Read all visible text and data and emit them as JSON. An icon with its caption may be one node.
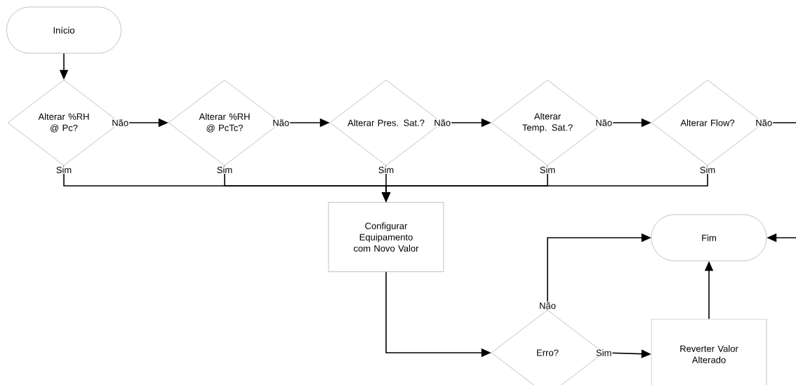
{
  "diagram": {
    "nodes": [
      {
        "text": [
          "Início"
        ]
      },
      {
        "text": [
          "Alterar %RH @ Pc?"
        ]
      },
      {
        "text": [
          "Alterar %RH @ PcTc?"
        ]
      },
      {
        "text": [
          "Alterar Pres. Sat.?"
        ]
      },
      {
        "text": [
          "Alterar Temp. Sat.?"
        ]
      },
      {
        "text": [
          "Alterar Flow?"
        ]
      },
      {
        "text": [
          "Configurar Equipamento com Novo Valor"
        ]
      },
      {
        "text": [
          "Fim"
        ]
      },
      {
        "text": [
          "Erro?"
        ]
      },
      {
        "text": [
          "Reverter Valor Alterado"
        ]
      }
    ],
    "edges": [
      {
        "from": 0,
        "to": 1,
        "arrow": "to"
      },
      {
        "from": 1,
        "to": 2,
        "arrow": "to",
        "label": "Não"
      },
      {
        "from": 2,
        "to": 3,
        "arrow": "to",
        "label": "Não"
      },
      {
        "from": 3,
        "to": 4,
        "arrow": "to",
        "label": "Não"
      },
      {
        "from": 4,
        "to": 5,
        "arrow": "to",
        "label": "Não"
      },
      {
        "from": 5,
        "to": null,
        "arrow": "none",
        "label": "Não"
      },
      {
        "from": 1,
        "to": 6,
        "arrow": "to",
        "label": "Sim"
      },
      {
        "from": 2,
        "to": 6,
        "arrow": "to",
        "label": "Sim"
      },
      {
        "from": 3,
        "to": 6,
        "arrow": "to",
        "label": "Sim"
      },
      {
        "from": 4,
        "to": 6,
        "arrow": "to",
        "label": "Sim"
      },
      {
        "from": 5,
        "to": 6,
        "arrow": "to",
        "label": "Sim"
      },
      {
        "from": null,
        "to": 7,
        "arrow": "to"
      },
      {
        "from": 6,
        "to": 8,
        "arrow": "to"
      },
      {
        "from": 8,
        "to": 7,
        "arrow": "to",
        "label": "Não"
      },
      {
        "from": 8,
        "to": 9,
        "arrow": "to",
        "label": "Sim"
      },
      {
        "from": 9,
        "to": 7,
        "arrow": "to"
      }
    ]
  }
}
